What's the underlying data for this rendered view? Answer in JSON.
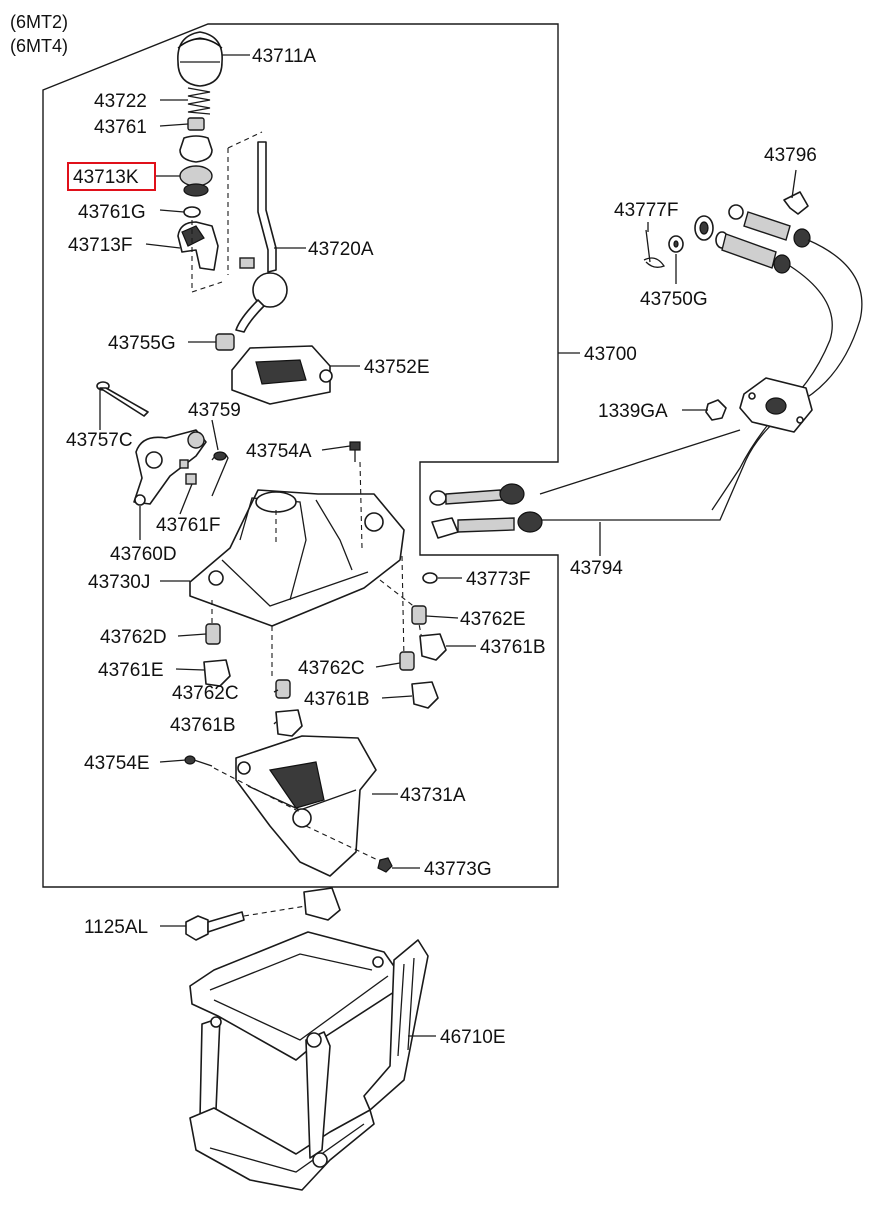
{
  "variants": [
    "(6MT2)",
    "(6MT4)"
  ],
  "highlight_color": "#e0101a",
  "highlighted_part": "43713K",
  "labels": {
    "p43711A": "43711A",
    "p43722": "43722",
    "p43761": "43761",
    "p43713K": "43713K",
    "p43761G": "43761G",
    "p43713F": "43713F",
    "p43720A": "43720A",
    "p43755G": "43755G",
    "p43752E": "43752E",
    "p43700": "43700",
    "p43759": "43759",
    "p43757C": "43757C",
    "p43754A": "43754A",
    "p43761F": "43761F",
    "p43760D": "43760D",
    "p43730J": "43730J",
    "p43773F": "43773F",
    "p43762E": "43762E",
    "p43762D": "43762D",
    "p43761B_1": "43761B",
    "p43761E": "43761E",
    "p43762C_1": "43762C",
    "p43762C_2": "43762C",
    "p43761B_2": "43761B",
    "p43761B_3": "43761B",
    "p43754E": "43754E",
    "p43731A": "43731A",
    "p43773G": "43773G",
    "p1125AL": "1125AL",
    "p46710E": "46710E",
    "p43796": "43796",
    "p43777F": "43777F",
    "p43750G": "43750G",
    "p1339GA": "1339GA",
    "p43794": "43794"
  }
}
